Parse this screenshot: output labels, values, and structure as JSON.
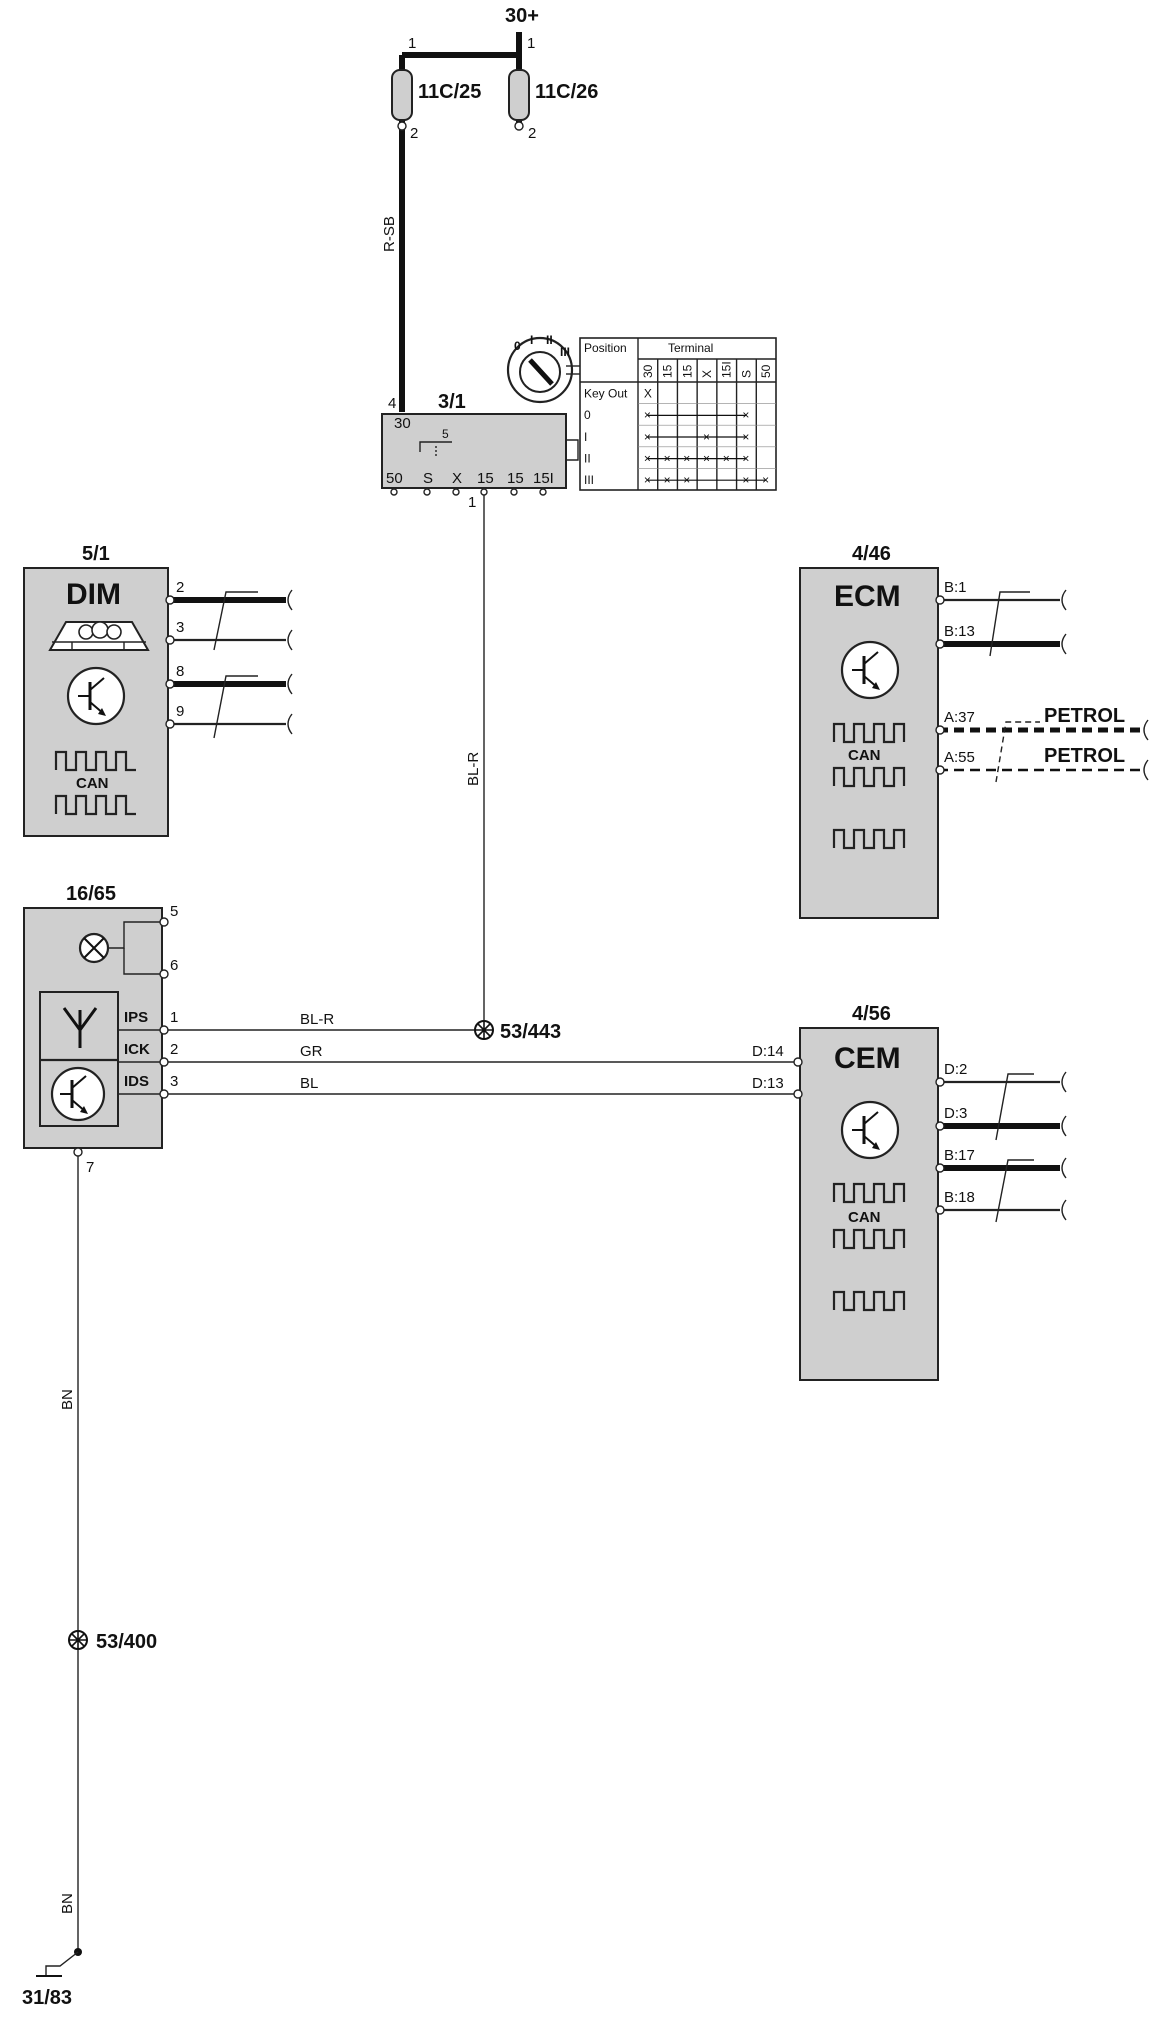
{
  "power": {
    "label": "30+",
    "pin_1": "1"
  },
  "fuse_a": {
    "label": "11C/25",
    "pin_top": "1",
    "pin_bot": "2"
  },
  "fuse_b": {
    "label": "11C/26",
    "pin_top": "1",
    "pin_bot": "2"
  },
  "wire_r_sb": "R-SB",
  "ignition": {
    "label": "3/1",
    "pin_4": "4",
    "pin_30": "30",
    "pin_5": "5",
    "pin_1": "1",
    "terminals": [
      "50",
      "S",
      "X",
      "15",
      "15",
      "15I"
    ],
    "table": {
      "position_header": "Position",
      "terminal_header": "Terminal",
      "columns": [
        "30",
        "15",
        "15",
        "X",
        "15I",
        "S",
        "50"
      ],
      "rows": [
        {
          "label": "Key Out",
          "marks": [
            "X",
            "",
            "",
            "",
            "",
            "",
            ""
          ]
        },
        {
          "label": "0",
          "marks": [
            "×",
            "",
            "",
            "",
            "",
            "×",
            ""
          ]
        },
        {
          "label": "I",
          "marks": [
            "×",
            "",
            "",
            "×",
            "",
            "×",
            ""
          ]
        },
        {
          "label": "II",
          "marks": [
            "×",
            "×",
            "×",
            "×",
            "×",
            "×",
            ""
          ]
        },
        {
          "label": "III",
          "marks": [
            "×",
            "×",
            "×",
            "",
            "",
            "×",
            "×"
          ]
        }
      ]
    }
  },
  "wire_bl_r_vert": "BL-R",
  "dim": {
    "label": "5/1",
    "name": "DIM",
    "can": "CAN",
    "pins": [
      "2",
      "3",
      "8",
      "9"
    ]
  },
  "ecm": {
    "label": "4/46",
    "name": "ECM",
    "can": "CAN",
    "pins": [
      "B:1",
      "B:13",
      "A:37",
      "A:55"
    ],
    "petrol_1": "PETROL",
    "petrol_2": "PETROL"
  },
  "immo": {
    "label": "16/65",
    "pin_5": "5",
    "pin_6": "6",
    "pin_7": "7",
    "pins": [
      {
        "name": "IPS",
        "num": "1"
      },
      {
        "name": "ICK",
        "num": "2"
      },
      {
        "name": "IDS",
        "num": "3"
      }
    ]
  },
  "wires_h": [
    "BL-R",
    "GR",
    "BL"
  ],
  "splice_443": "53/443",
  "splice_400": "53/400",
  "cem": {
    "label": "4/56",
    "name": "CEM",
    "can": "CAN",
    "in_pins": [
      "D:14",
      "D:13"
    ],
    "pins": [
      "D:2",
      "D:3",
      "B:17",
      "B:18"
    ]
  },
  "wire_bn_1": "BN",
  "wire_bn_2": "BN",
  "ground": "31/83"
}
